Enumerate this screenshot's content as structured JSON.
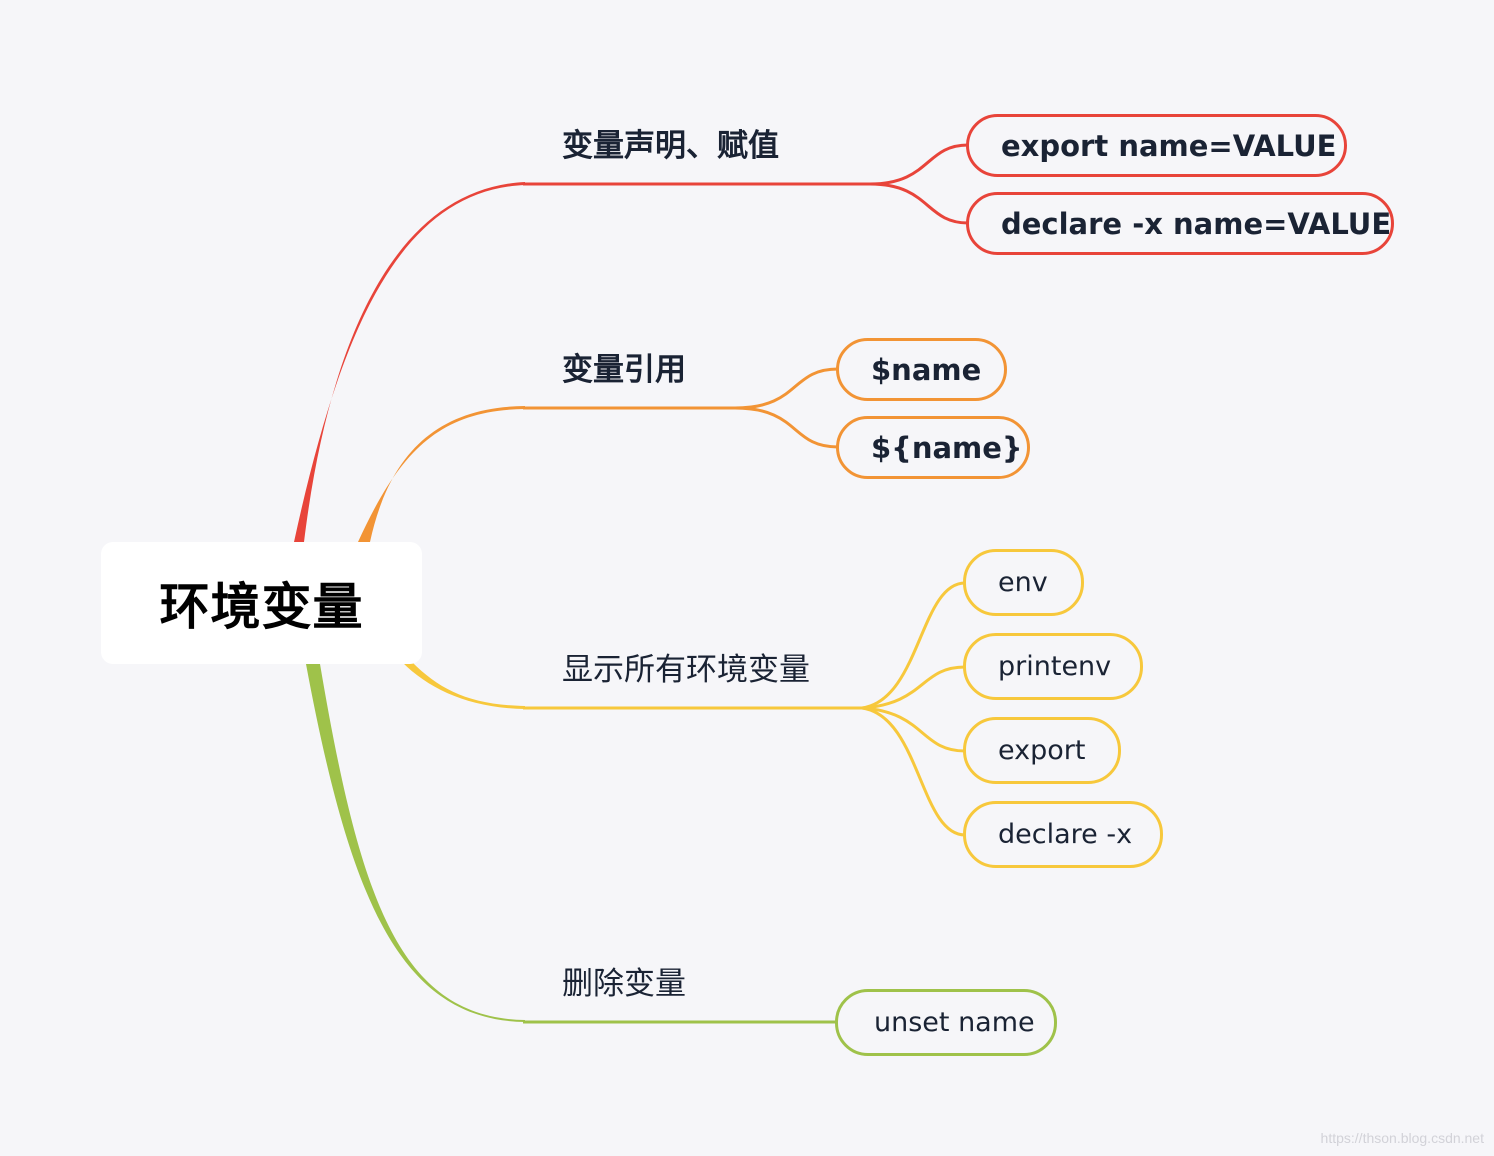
{
  "root": {
    "label": "环境变量"
  },
  "colors": {
    "red": "#e8443a",
    "orange": "#f29435",
    "yellow": "#f7c83c",
    "green": "#9fc24a"
  },
  "branches": [
    {
      "label": "变量声明、赋值",
      "color": "red",
      "children": [
        "export name=VALUE",
        "declare -x name=VALUE"
      ]
    },
    {
      "label": "变量引用",
      "color": "orange",
      "children": [
        "$name",
        "${name}"
      ]
    },
    {
      "label": "显示所有环境变量",
      "color": "yellow",
      "children": [
        "env",
        "printenv",
        "export",
        "declare -x"
      ]
    },
    {
      "label": "删除变量",
      "color": "green",
      "children": [
        "unset name"
      ]
    }
  ],
  "watermark": "https://thson.blog.csdn.net"
}
